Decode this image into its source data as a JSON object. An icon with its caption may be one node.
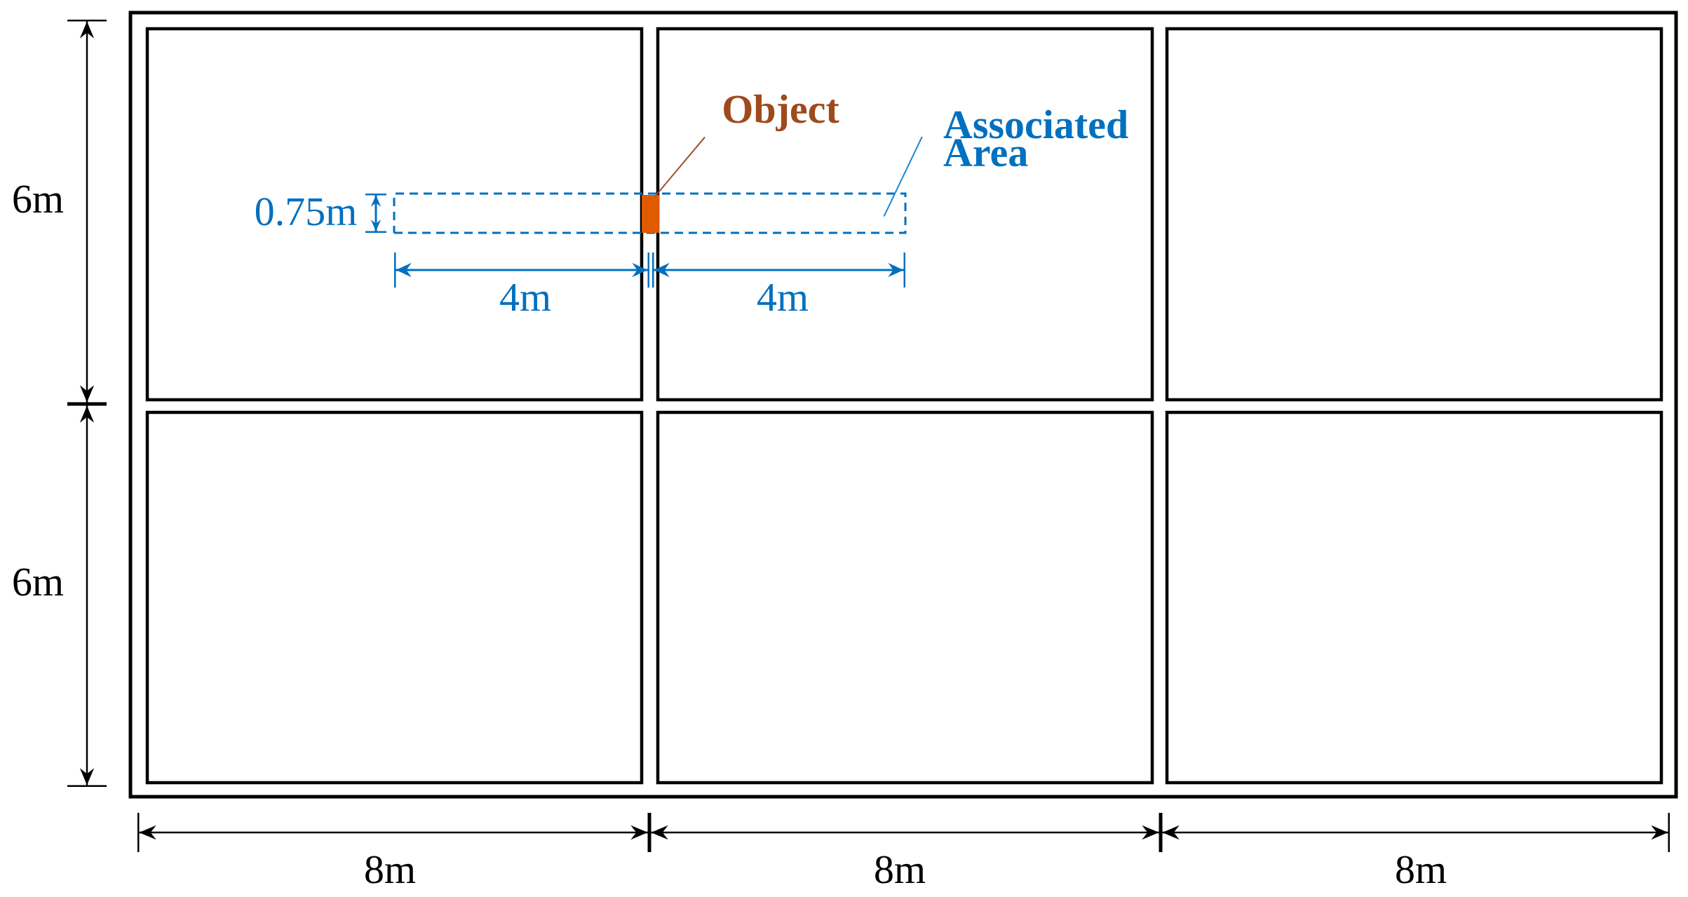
{
  "diagram": {
    "nodes": [
      {
        "text": [
          "Object"
        ]
      },
      {
        "text": [
          "Associated Area"
        ]
      },
      {
        "text": [],
        "shape": "box"
      },
      {
        "text": [],
        "shape": "box",
        "in": 2
      }
    ],
    "edges": [
      {
        "from": 0,
        "to": 3,
        "arrow": "none",
        "color": "#a0522d"
      },
      {
        "from": 1,
        "to": 2,
        "arrow": "none",
        "color": "#1a8ad4"
      }
    ],
    "labels": [
      "6m",
      "0.75m",
      "4m",
      "4m",
      "6m",
      "8m",
      "8m",
      "8m"
    ]
  }
}
